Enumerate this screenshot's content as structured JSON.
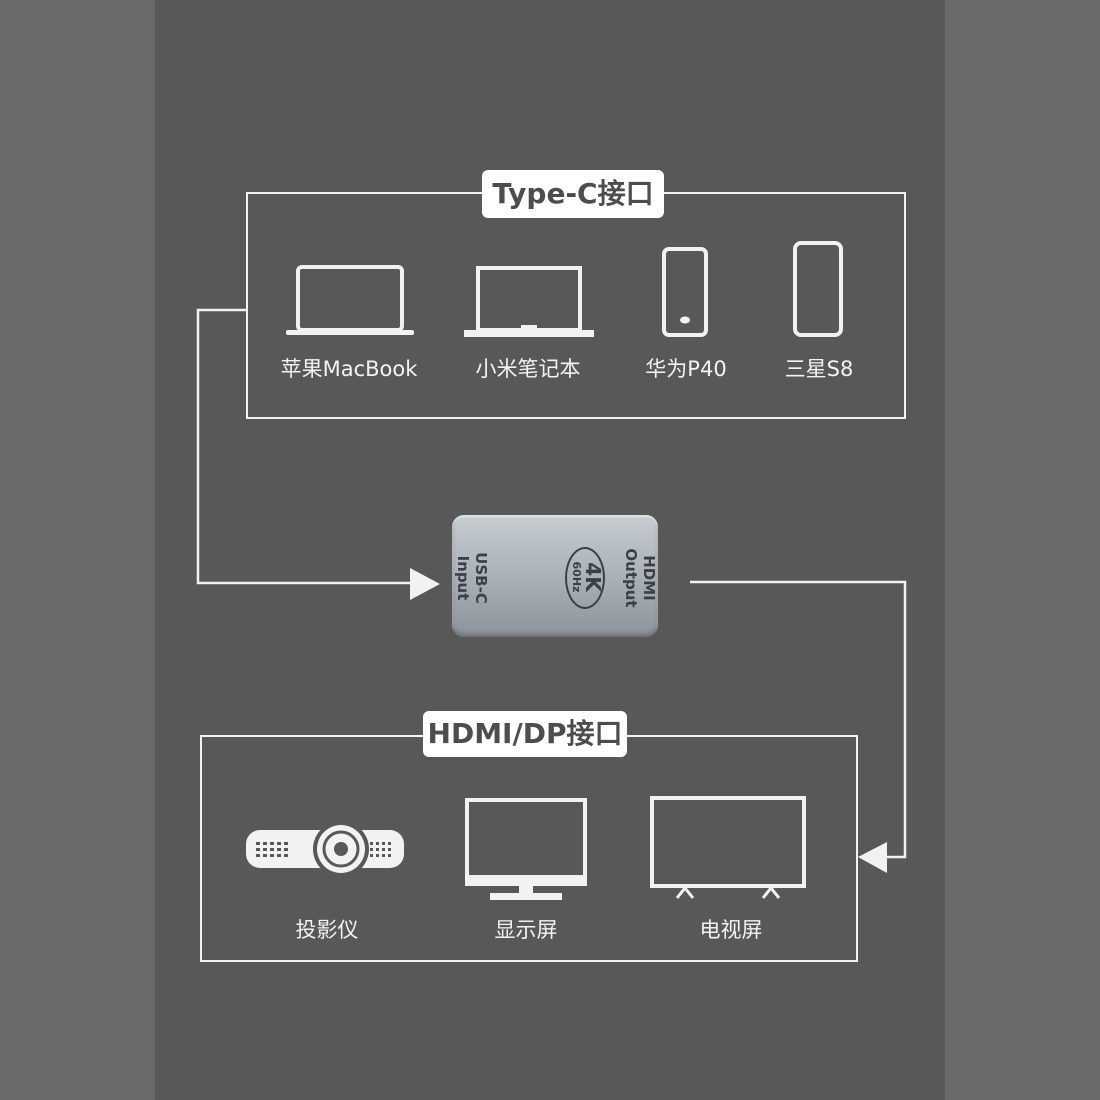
{
  "top_group": {
    "title": "Type-C接口",
    "devices": [
      {
        "label": "苹果MacBook",
        "icon": "laptop-icon"
      },
      {
        "label": "小米笔记本",
        "icon": "laptop-icon"
      },
      {
        "label": "华为P40",
        "icon": "phone-icon"
      },
      {
        "label": "三星S8",
        "icon": "phone-icon"
      }
    ]
  },
  "adapter": {
    "input_line1": "USB-C",
    "input_line2": "Input",
    "badge_line1": "4K",
    "badge_line2": "60Hz",
    "output_line1": "HDMI",
    "output_line2": "Output"
  },
  "bottom_group": {
    "title": "HDMI/DP接口",
    "devices": [
      {
        "label": "投影仪",
        "icon": "projector-icon"
      },
      {
        "label": "显示屏",
        "icon": "monitor-icon"
      },
      {
        "label": "电视屏",
        "icon": "tv-icon"
      }
    ]
  },
  "colors": {
    "background": "#6a6a6a",
    "panel": "#585858",
    "line": "#f2f2f2",
    "title_bg": "#ffffff",
    "title_text": "#4d4d4d",
    "adapter_body": "#a7aeb6"
  }
}
